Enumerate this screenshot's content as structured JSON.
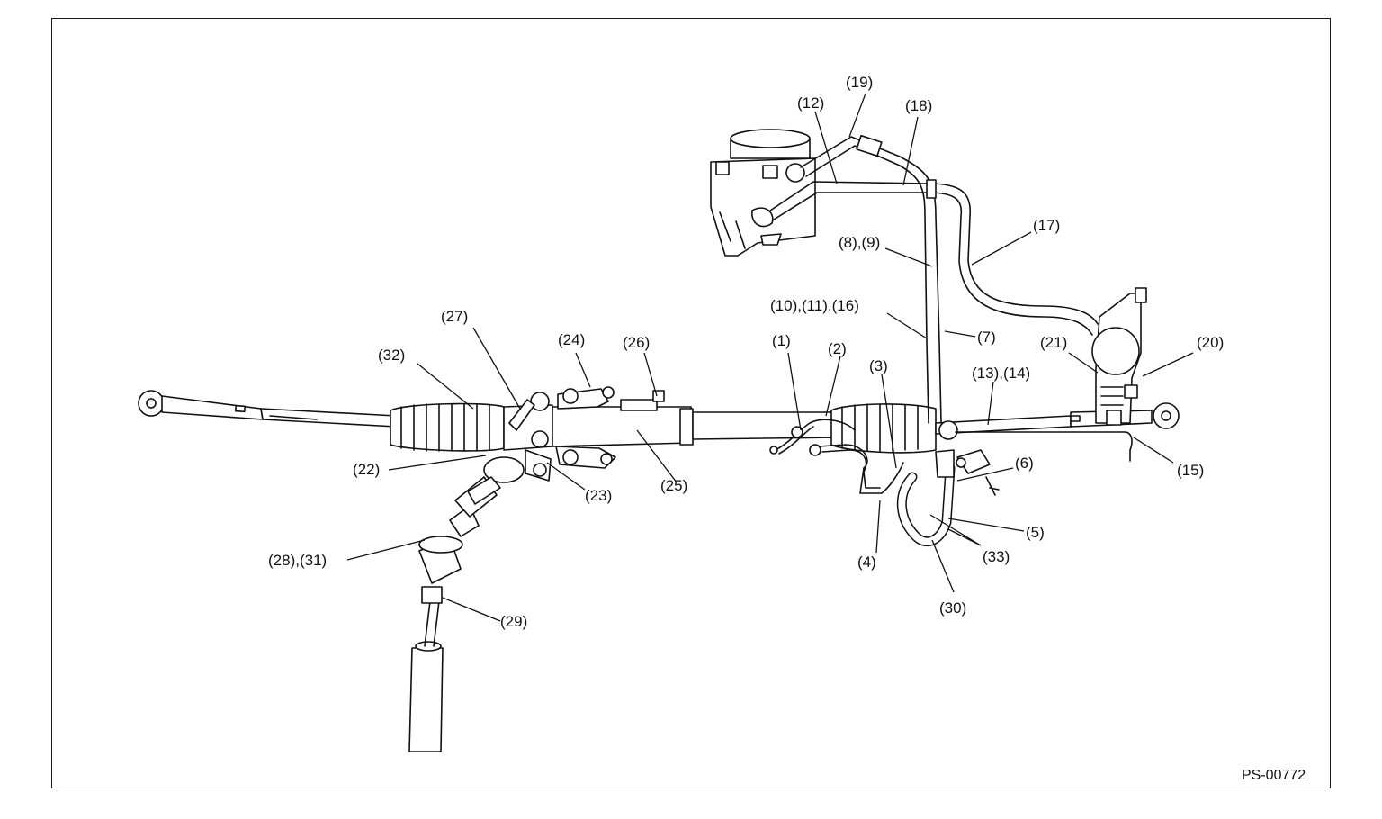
{
  "diagram": {
    "code": "PS-00772",
    "labels": {
      "l1": "(1)",
      "l2": "(2)",
      "l3": "(3)",
      "l4": "(4)",
      "l5": "(5)",
      "l6": "(6)",
      "l7": "(7)",
      "l8_9": "(8),(9)",
      "l10_11_16": "(10),(11),(16)",
      "l12": "(12)",
      "l13_14": "(13),(14)",
      "l15": "(15)",
      "l17": "(17)",
      "l18": "(18)",
      "l19": "(19)",
      "l20": "(20)",
      "l21": "(21)",
      "l22": "(22)",
      "l23": "(23)",
      "l24": "(24)",
      "l25": "(25)",
      "l26": "(26)",
      "l27": "(27)",
      "l28_31": "(28),(31)",
      "l29": "(29)",
      "l30": "(30)",
      "l32": "(32)",
      "l33": "(33)"
    }
  }
}
